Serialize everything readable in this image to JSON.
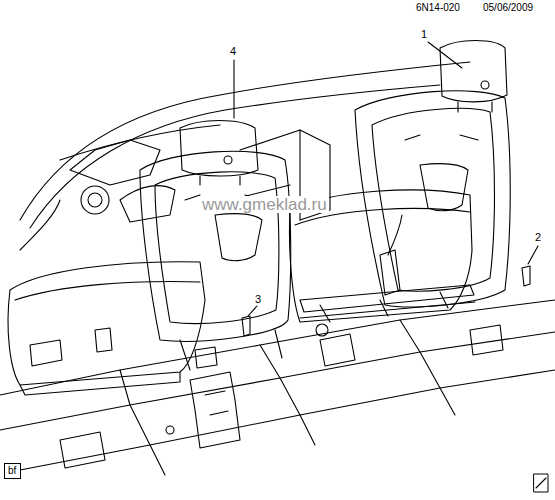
{
  "diagram": {
    "nodes": [
      {
        "text": [
          "bf"
        ]
      }
    ],
    "labels": [
      "6N14-020",
      "05/06/2009",
      "1",
      "4",
      "2",
      "3",
      "www.gmeklad.ru"
    ]
  }
}
